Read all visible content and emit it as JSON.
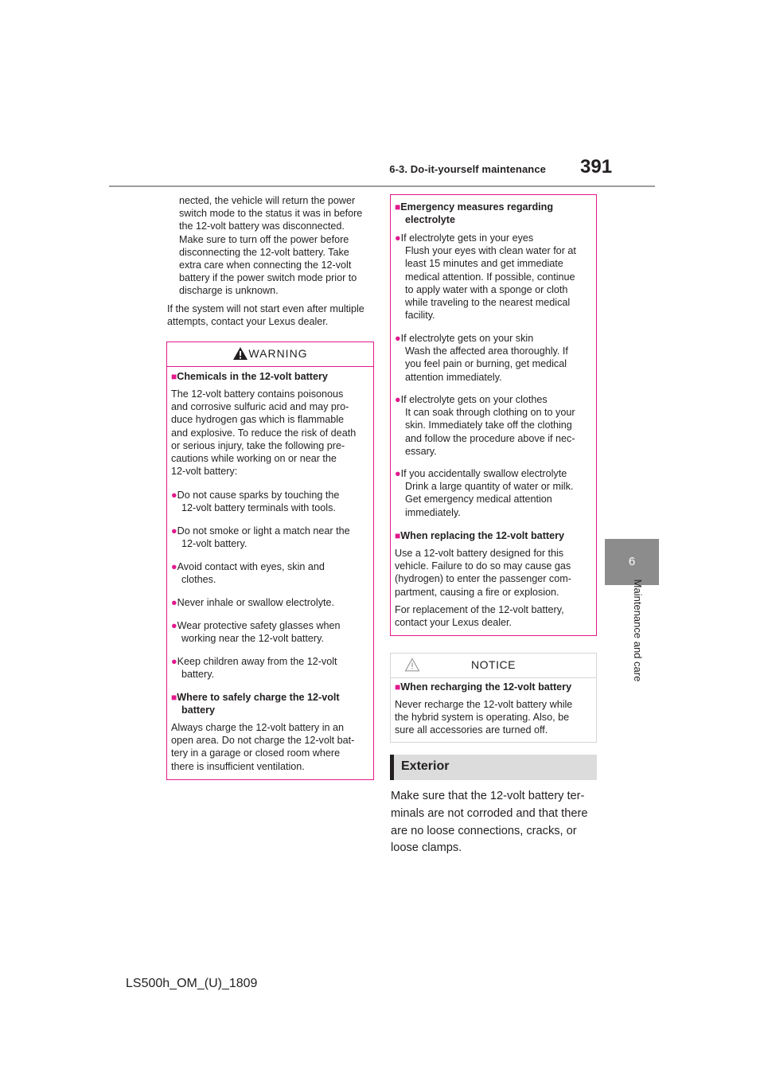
{
  "header": {
    "section": "6-3. Do-it-yourself maintenance",
    "page_number": "391"
  },
  "side_tab": {
    "number": "6",
    "label": "Maintenance and care"
  },
  "left_column": {
    "continued_lines": [
      "nected, the vehicle will return the power",
      "switch mode to the status it was in before",
      "the 12-volt battery was disconnected.",
      "Make sure to turn off the power before",
      "disconnecting the 12-volt battery. Take",
      "extra care when connecting the 12-volt",
      "battery if the power switch mode prior to",
      "discharge is unknown."
    ],
    "paragraph_lines": [
      "If the system will not start even after multiple",
      "attempts, contact your Lexus dealer."
    ]
  },
  "warning_box": {
    "title": "WARNING",
    "heading1": "Chemicals in the 12-volt battery",
    "intro_lines": [
      "The 12-volt battery contains poisonous",
      "and corrosive sulfuric acid and may pro-",
      "duce hydrogen gas which is flammable",
      "and explosive. To reduce the risk of death",
      "or serious injury, take the following pre-",
      "cautions while working on or near the",
      "12-volt battery:"
    ],
    "bullets": [
      [
        "Do not cause sparks by touching the",
        "12-volt battery terminals with tools."
      ],
      [
        "Do not smoke or light a match near the",
        "12-volt battery."
      ],
      [
        "Avoid contact with eyes, skin and",
        "clothes."
      ],
      [
        "Never inhale or swallow electrolyte."
      ],
      [
        "Wear protective safety glasses when",
        "working near the 12-volt battery."
      ],
      [
        "Keep children away from the 12-volt",
        "battery."
      ]
    ],
    "heading2_lines": [
      "Where to safely charge the 12-volt",
      "battery"
    ],
    "outro_lines": [
      "Always charge the 12-volt battery in an",
      "open area. Do not charge the 12-volt bat-",
      "tery in a garage or closed room where",
      "there is insufficient ventilation."
    ]
  },
  "right_box": {
    "heading1_lines": [
      "Emergency measures regarding",
      "electrolyte"
    ],
    "bullets": [
      {
        "title": "If electrolyte gets in your eyes",
        "lines": [
          "Flush your eyes with clean water for at",
          "least 15 minutes and get immediate",
          "medical attention. If possible, continue",
          "to apply water with a sponge or cloth",
          "while traveling to the nearest medical",
          "facility."
        ]
      },
      {
        "title": "If electrolyte gets on your skin",
        "lines": [
          "Wash the affected area thoroughly. If",
          "you feel pain or burning, get medical",
          "attention immediately."
        ]
      },
      {
        "title": "If electrolyte gets on your clothes",
        "lines": [
          "It can soak through clothing on to your",
          "skin. Immediately take off the clothing",
          "and follow the procedure above if nec-",
          "essary."
        ]
      },
      {
        "title": "If you accidentally swallow electrolyte",
        "lines": [
          "Drink a large quantity of water or milk.",
          "Get emergency medical attention",
          "immediately."
        ]
      }
    ],
    "heading2": "When replacing the 12-volt battery",
    "para1_lines": [
      "Use a 12-volt battery designed for this",
      "vehicle. Failure to do so may cause gas",
      "(hydrogen) to enter the passenger com-",
      "partment, causing a fire or explosion."
    ],
    "para2_lines": [
      "For replacement of the 12-volt battery,",
      "contact your Lexus dealer."
    ]
  },
  "notice_box": {
    "title": "NOTICE",
    "heading": "When recharging the 12-volt battery",
    "lines": [
      "Never recharge the 12-volt battery while",
      "the hybrid system is operating. Also, be",
      "sure all accessories are turned off."
    ]
  },
  "exterior": {
    "title": "Exterior",
    "lines": [
      "Make sure that the 12-volt battery ter-",
      "minals are not corroded and that there",
      "are no loose connections, cracks, or",
      "loose clamps."
    ]
  },
  "footer": {
    "code": "LS500h_OM_(U)_1809"
  },
  "colors": {
    "accent": "#e2198c",
    "tab_gray": "#8c8c8c",
    "rule_gray": "#9d9d9d",
    "bar_gray": "#dcdcdc"
  },
  "icons": {
    "warning": "warning-triangle-icon",
    "notice": "notice-triangle-icon",
    "square_bullet": "■",
    "round_bullet": "●"
  }
}
